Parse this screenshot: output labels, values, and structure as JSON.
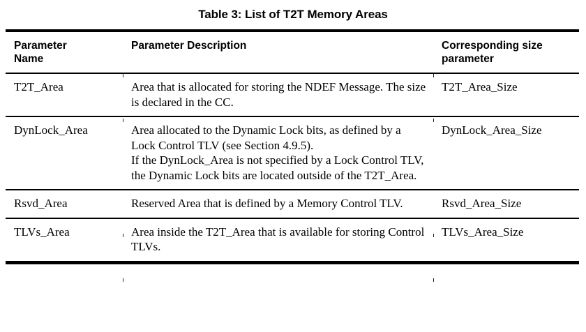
{
  "page": {
    "background_color": "#ffffff",
    "text_color": "#000000",
    "top_bleed_text": ""
  },
  "caption": {
    "text": "Table 3: List of T2T Memory Areas"
  },
  "table": {
    "name": "t2t-memory-areas-table",
    "columns": [
      {
        "key": "parameter_name",
        "header": "Parameter\nName",
        "header_line1": "Parameter",
        "header_line2": "Name"
      },
      {
        "key": "parameter_description",
        "header": "Parameter Description",
        "header_line1": "Parameter Description",
        "header_line2": ""
      },
      {
        "key": "corresponding_size_parameter",
        "header": "Corresponding size parameter",
        "header_line1": "Corresponding size",
        "header_line2": "parameter"
      }
    ],
    "rows": [
      {
        "parameter_name": "T2T_Area",
        "description_paragraphs": [
          "Area that is allocated for storing the NDEF Message. The size is declared in the CC."
        ],
        "corresponding_size_parameter": "T2T_Area_Size"
      },
      {
        "parameter_name": "DynLock_Area",
        "description_paragraphs": [
          "Area allocated to the Dynamic Lock bits, as defined by a Lock Control TLV (see Section 4.9.5).",
          "If the DynLock_Area is not specified by a Lock Control TLV, the Dynamic Lock bits are located outside of the T2T_Area."
        ],
        "corresponding_size_parameter": "DynLock_Area_Size"
      },
      {
        "parameter_name": "Rsvd_Area",
        "description_paragraphs": [
          "Reserved Area that is defined by a Memory Control TLV."
        ],
        "corresponding_size_parameter": "Rsvd_Area_Size"
      },
      {
        "parameter_name": "TLVs_Area",
        "description_paragraphs": [
          "Area inside the T2T_Area that is available for storing Control TLVs."
        ],
        "corresponding_size_parameter": "TLVs_Area_Size"
      }
    ]
  }
}
